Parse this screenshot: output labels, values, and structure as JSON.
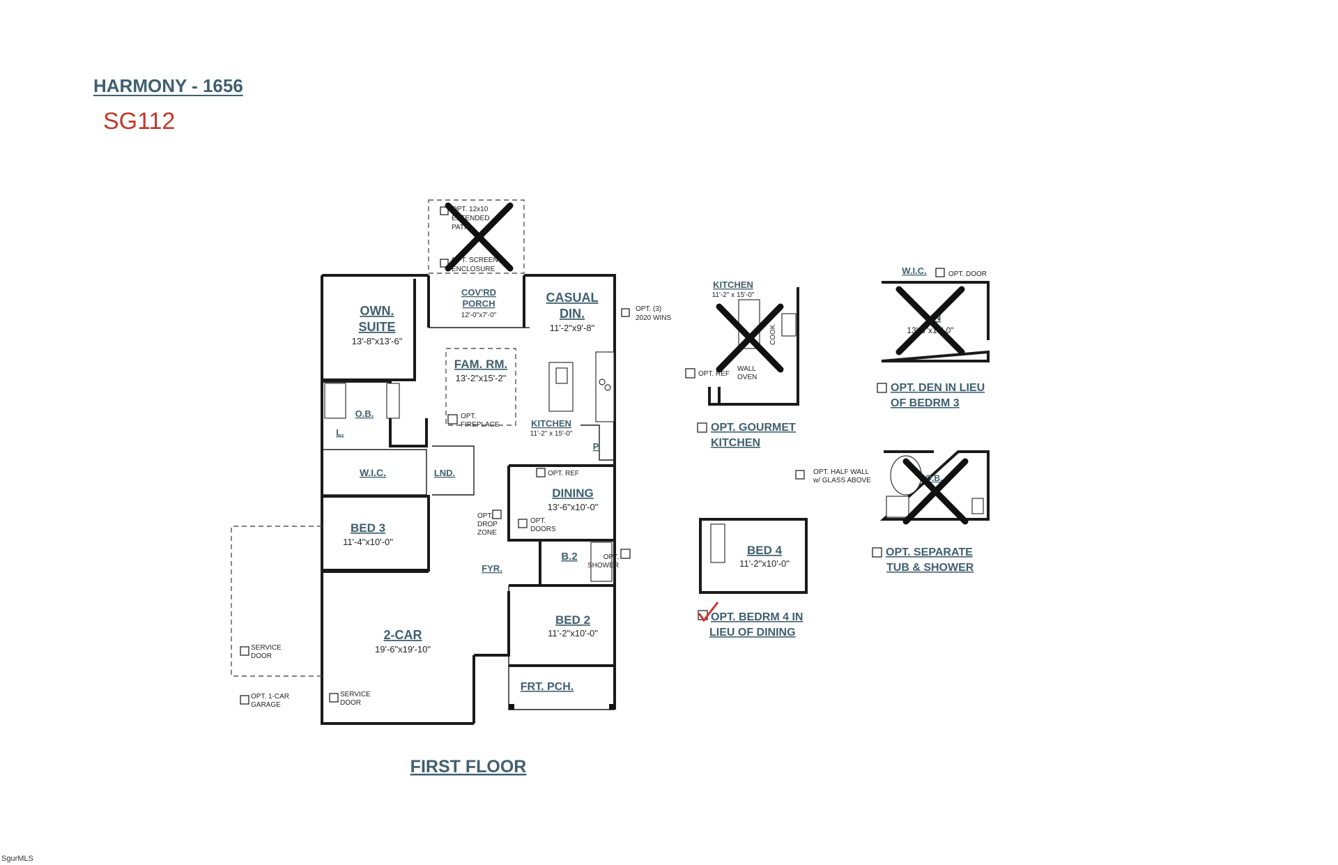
{
  "header": {
    "plan_name": "HARMONY - 1656",
    "plan_code": "SG112"
  },
  "floor_label": "FIRST FLOOR",
  "rooms": {
    "own_suite": {
      "name_line1": "OWN.",
      "name_line2": "SUITE",
      "dim": "13'-8\"x13'-6\""
    },
    "covd_porch": {
      "name_line1": "COV'RD",
      "name_line2": "PORCH",
      "dim": "12'-0\"x7'-0\""
    },
    "casual_din": {
      "name_line1": "CASUAL",
      "name_line2": "DIN.",
      "dim": "11'-2\"x9'-8\""
    },
    "fam_rm": {
      "name": "FAM. RM.",
      "dim": "13'-2\"x15'-2\""
    },
    "kitchen": {
      "name": "KITCHEN",
      "dim": "11'-2\" x 15'-0\""
    },
    "ob": {
      "name": "O.B."
    },
    "l": {
      "name": "L."
    },
    "wic": {
      "name": "W.I.C."
    },
    "lnd": {
      "name": "LND."
    },
    "pantry": {
      "name": "P."
    },
    "dining": {
      "name": "DINING",
      "dim": "13'-6\"x10'-0\""
    },
    "bed3": {
      "name": "BED 3",
      "dim": "11'-4\"x10'-0\""
    },
    "b2": {
      "name": "B.2"
    },
    "fyr": {
      "name": "FYR."
    },
    "bed2": {
      "name": "BED 2",
      "dim": "11'-2\"x10'-0\""
    },
    "garage": {
      "name": "2-CAR",
      "dim": "19'-6\"x19'-10\""
    },
    "frt_pch": {
      "name": "FRT. PCH."
    }
  },
  "options": {
    "ext_patio_l1": "OPT. 12x10",
    "ext_patio_l2": "EXTENDED",
    "ext_patio_l3": "PATIO",
    "screen_l1": "OPT. SCREEN",
    "screen_l2": "ENCLOSURE",
    "wins_l1": "OPT. (3)",
    "wins_l2": "2020 WINS",
    "fireplace_l1": "OPT.",
    "fireplace_l2": "FIREPLACE",
    "opt_ref": "OPT. REF",
    "doors_l1": "OPT.",
    "doors_l2": "DOORS",
    "drop_l1": "OPT.",
    "drop_l2": "DROP",
    "drop_l3": "ZONE",
    "shower_l1": "OPT.",
    "shower_l2": "SHOWER",
    "service_door_l1": "SERVICE",
    "service_door_l2": "DOOR",
    "one_car_l1": "OPT. 1-CAR",
    "one_car_l2": "GARAGE"
  },
  "alternates": {
    "gourmet": {
      "kitchen_name": "KITCHEN",
      "kitchen_dim": "11'-2\" x 15'-0\"",
      "opt_ref": "OPT. REF",
      "wall_oven_l1": "WALL",
      "wall_oven_l2": "OVEN",
      "cook": "COOK",
      "label_l1": "OPT. GOURMET",
      "label_l2": "KITCHEN",
      "crossed": true
    },
    "den": {
      "wic": "W.I.C.",
      "opt_door": "OPT. DOOR",
      "den_name_partial": "N",
      "den_dim_partial": "13'-8\"x13'-0\"",
      "label_l1": "OPT. DEN IN LIEU",
      "label_l2": "OF BEDRM 3",
      "crossed": true
    },
    "tub_shower": {
      "half_wall_l1": "OPT. HALF WALL",
      "half_wall_l2": "w/ GLASS ABOVE",
      "ob": "O.B.",
      "label_l1": "OPT. SEPARATE",
      "label_l2": "TUB & SHOWER",
      "crossed": true
    },
    "bed4": {
      "name": "BED 4",
      "dim": "11'-2\"x10'-0\"",
      "label_l1": "OPT. BEDRM 4 IN",
      "label_l2": "LIEU OF DINING",
      "selected": true
    }
  },
  "watermark": "SgurMLS",
  "colors": {
    "label": "#3f5f6e",
    "code": "#c0392b",
    "check": "#d0312d",
    "wall": "#1a1a1a"
  }
}
